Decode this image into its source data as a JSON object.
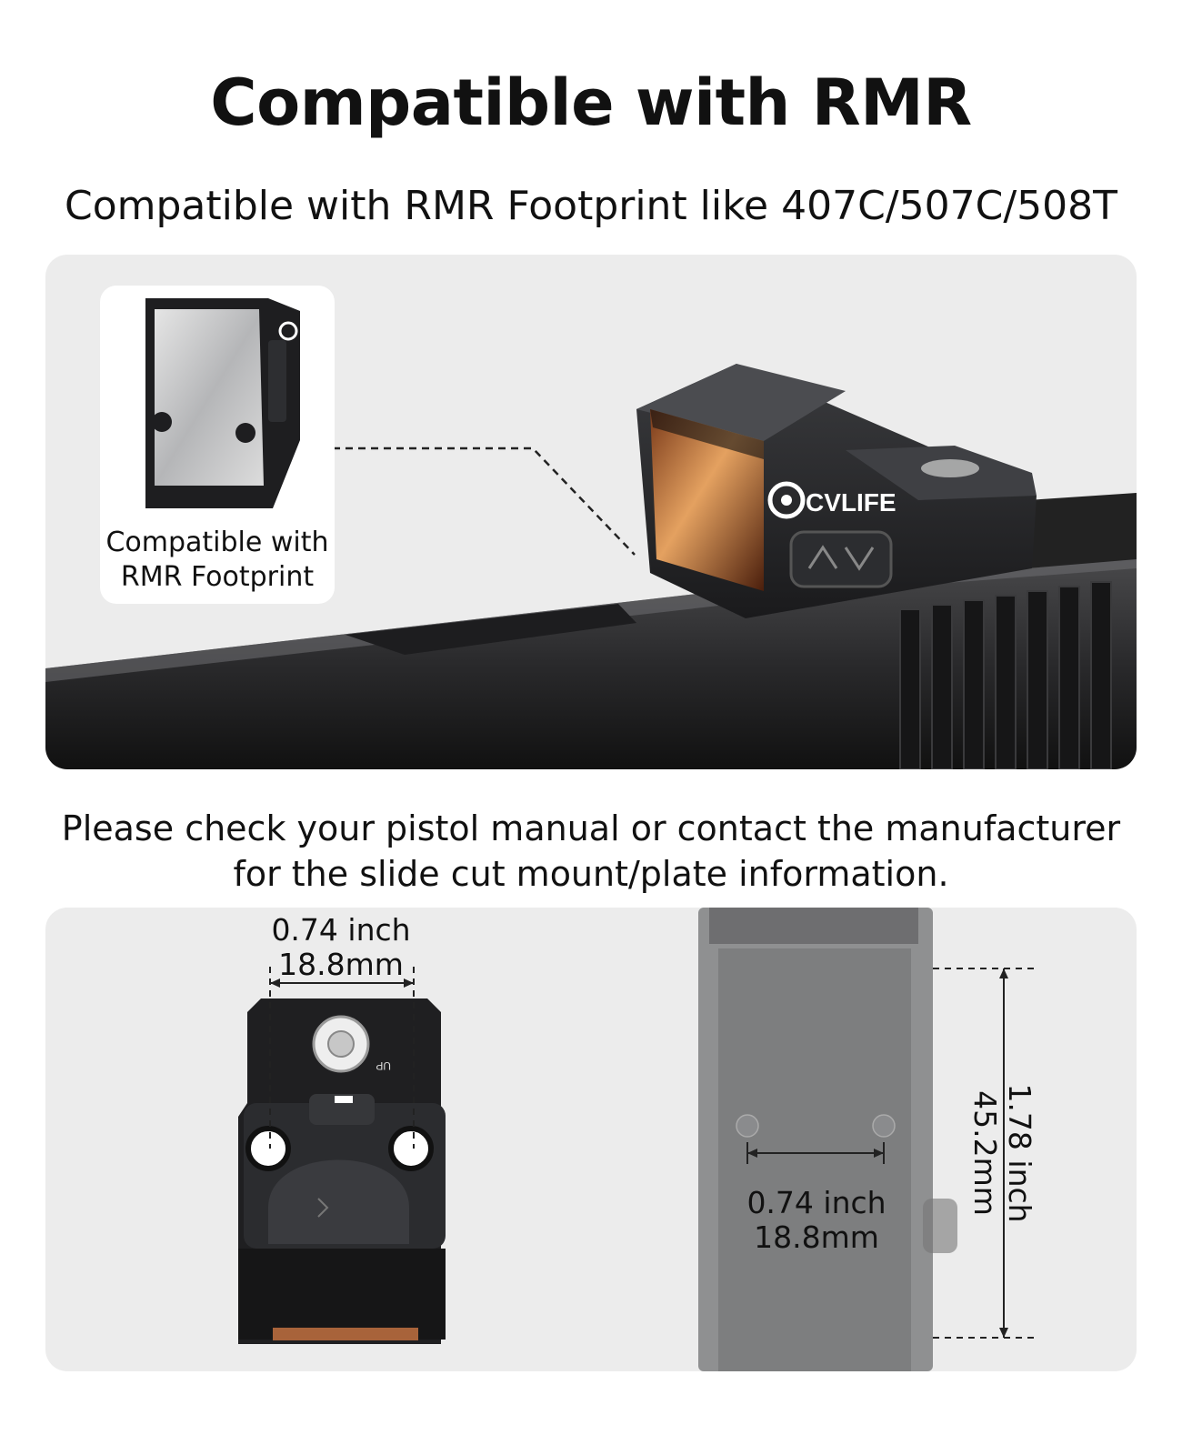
{
  "heading": {
    "title": "Compatible with RMR",
    "subtitle": "Compatible with RMR Footprint like 407C/507C/508T"
  },
  "top_panel": {
    "inset_label_line1": "Compatible with",
    "inset_label_line2": "RMR Footprint",
    "logo_text": "CVLIFE"
  },
  "note": {
    "line1": "Please check your pistol manual or contact the manufacturer",
    "line2": "for the slide cut mount/plate information."
  },
  "bottom_panel": {
    "sight_width_inch": "0.74 inch",
    "sight_width_mm": "18.8mm",
    "slide_width_inch": "0.74 inch",
    "slide_width_mm": "18.8mm",
    "slide_length_inch": "1.78 inch",
    "slide_length_mm": "45.2mm",
    "up_label": "UP"
  }
}
